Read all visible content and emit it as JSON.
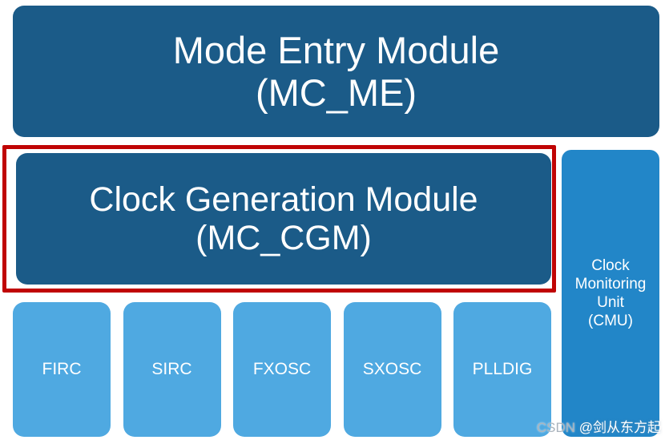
{
  "colors": {
    "dark_blue": "#1b5b88",
    "medium_blue": "#2286c8",
    "light_blue": "#4fa9e1",
    "highlight_red": "#c00404",
    "text_white": "#ffffff",
    "watermark_gray": "#aab4bd"
  },
  "diagram": {
    "mode_entry_module": {
      "line1": "Mode Entry Module",
      "line2": "(MC_ME)"
    },
    "clock_generation_module": {
      "line1": "Clock Generation Module",
      "line2": "(MC_CGM)",
      "highlighted": true
    },
    "clock_monitoring_unit": {
      "line1": "Clock",
      "line2": "Monitoring",
      "line3": "Unit",
      "line4": "(CMU)"
    },
    "clock_sources": [
      "FIRC",
      "SIRC",
      "FXOSC",
      "SXOSC",
      "PLLDIG"
    ]
  },
  "watermark": {
    "prefix": "CSDN ",
    "handle": "@剑从东方起"
  }
}
